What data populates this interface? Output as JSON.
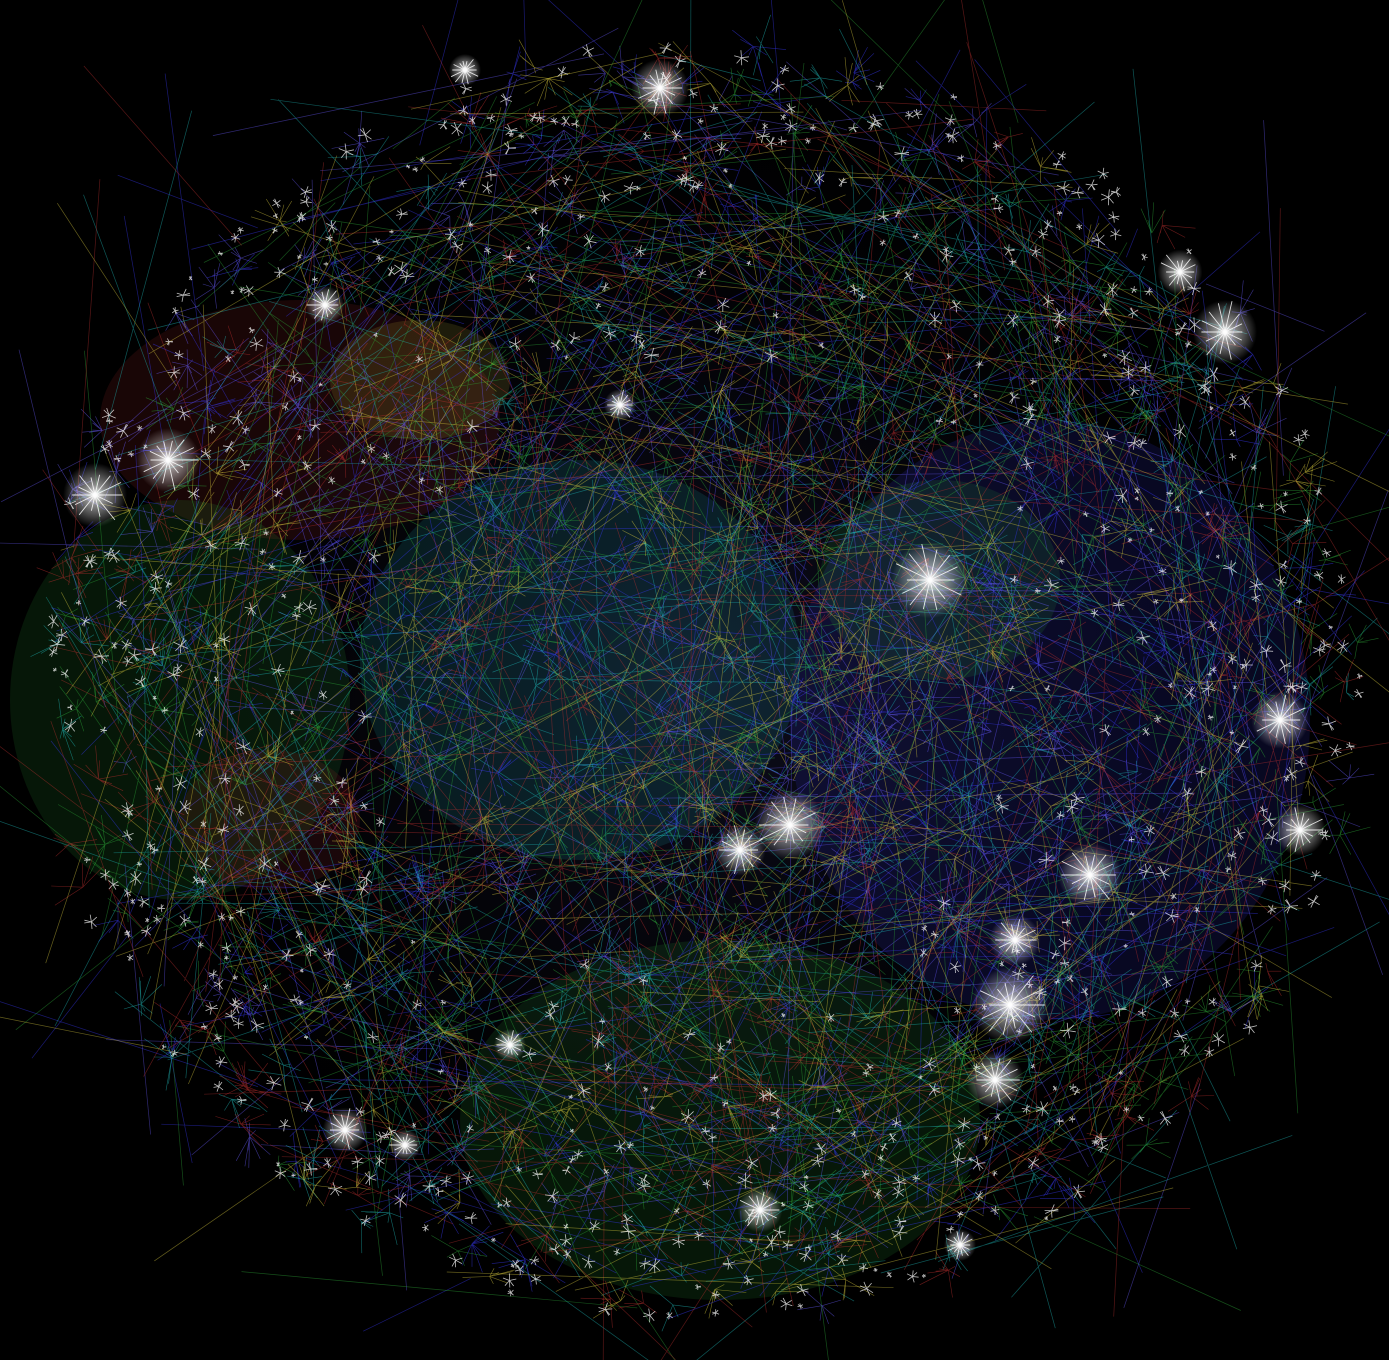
{
  "image": {
    "background_color": "#000000",
    "subject": "network-graph",
    "edge_colors": [
      "#3a3aff",
      "#6a5cff",
      "#20c0c0",
      "#2fae3a",
      "#c03030",
      "#e0d040",
      "#ffffff"
    ],
    "node_color": "#ffffff",
    "clusters": [
      {
        "name": "red-cluster-upper-left",
        "color": "#c03030"
      },
      {
        "name": "yellow-cluster-upper-left",
        "color": "#e0d040"
      },
      {
        "name": "green-cluster-left",
        "color": "#2fae3a"
      },
      {
        "name": "red-cluster-left",
        "color": "#c03030"
      },
      {
        "name": "blue-cluster-right",
        "color": "#3a3aff"
      },
      {
        "name": "green-cluster-bottom",
        "color": "#2fae3a"
      },
      {
        "name": "cyan-cluster-center",
        "color": "#20c0c0"
      },
      {
        "name": "green-cluster-center-right",
        "color": "#2fae3a"
      }
    ]
  }
}
